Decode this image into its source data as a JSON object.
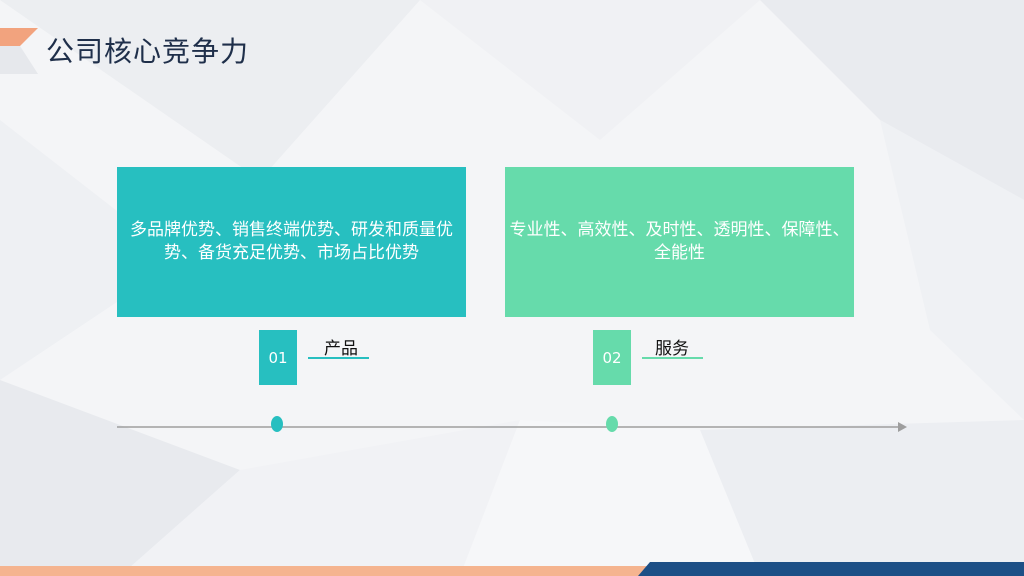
{
  "slide": {
    "title": "公司核心竞争力"
  },
  "cards": [
    {
      "text": "多品牌优势、销售终端优势、研发和质量优势、备货充足优势、市场占比优势",
      "color": "#27bfc0"
    },
    {
      "text": "专业性、高效性、及时性、透明性、保障性、全能性",
      "color": "#66dbab"
    }
  ],
  "items": [
    {
      "number": "01",
      "label": "产品",
      "color": "#27bfc0"
    },
    {
      "number": "02",
      "label": "服务",
      "color": "#66dbab"
    }
  ],
  "colors": {
    "title_accent": "#f2a37e",
    "title_text": "#1f2f4a",
    "timeline": "#9e9e9e",
    "bottom_left": "#f5b48f",
    "bottom_right": "#1d4f86"
  }
}
